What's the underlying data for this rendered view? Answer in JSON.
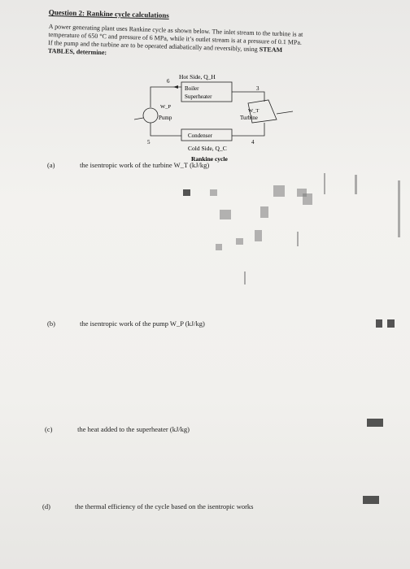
{
  "header": {
    "title": "Question 2: Rankine cycle calculations"
  },
  "intro": {
    "line1": "A power generating plant uses Rankine cycle as shown below. The inlet stream to the turbine is at",
    "line2": "temperature of 650 °C and pressure of 6 MPa, while it’s outlet stream is at a pressure of 0.1 MPa.",
    "line3": "If the pump and the turbine are to be operated adiabatically and reversibly, using",
    "line3_bold": "STEAM",
    "line4": "TABLES, determine:"
  },
  "diagram": {
    "hot_side": "Hot Side, Q_H",
    "boiler": "Boiler",
    "superheater": "Superheater",
    "pump_w": "W_P",
    "pump": "Pump",
    "turbine_w": "W_T",
    "turbine": "Turbine",
    "condenser": "Condenser",
    "cold_side": "Cold Side, Q_C",
    "caption": "Rankine cycle",
    "state3": "3",
    "state4": "4",
    "state5": "5",
    "state6": "6"
  },
  "questions": [
    {
      "label": "(a)",
      "text": "the isentropic work of the turbine W_T (kJ/kg)"
    },
    {
      "label": "(b)",
      "text": "the isentropic work of the pump W_P (kJ/kg)"
    },
    {
      "label": "(c)",
      "text": "the heat added to the superheater (kJ/kg)"
    },
    {
      "label": "(d)",
      "text": "the thermal efficiency of the cycle based on the isentropic works"
    }
  ]
}
